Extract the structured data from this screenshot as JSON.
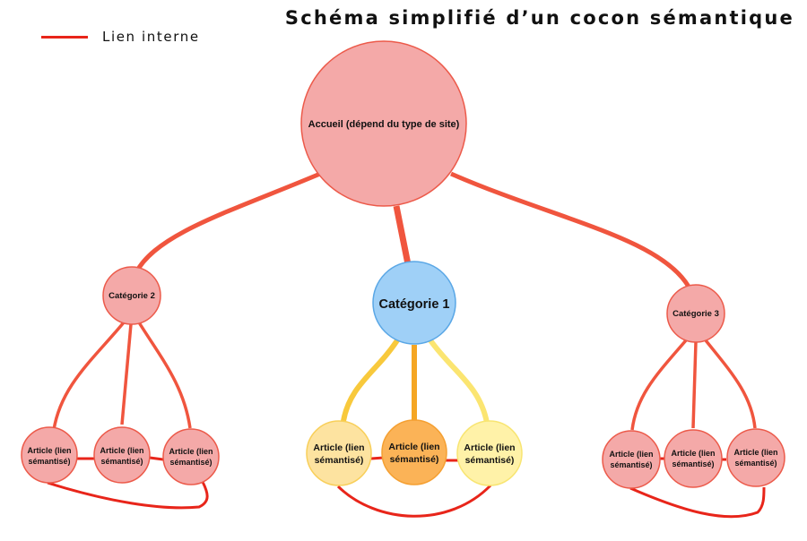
{
  "title": "Schéma simplifié d’un cocon sémantique",
  "legend": {
    "label": "Lien interne",
    "color": "#e8251a"
  },
  "colors": {
    "link": "#f0553e",
    "internal_link": "#e8251a",
    "pink_fill": "#f4a9a8",
    "pink_stroke": "#ec5a4a",
    "blue_fill": "#9fd0f7",
    "blue_stroke": "#5aa7e6",
    "yellow_light_fill": "#fde3a0",
    "yellow_light_stroke": "#f8cf5a",
    "orange_fill": "#fbb357",
    "orange_stroke": "#f5a032",
    "yellow_pale_fill": "#fff2a8",
    "yellow_pale_stroke": "#f8e572"
  },
  "nodes": {
    "home": {
      "label": "Accueil (dépend du type de site)"
    },
    "cat1": {
      "label": "Catégorie 1"
    },
    "cat2": {
      "label": "Catégorie 2"
    },
    "cat3": {
      "label": "Catégorie 3"
    },
    "article": {
      "line1": "Article (lien",
      "line2": "sémantisé)"
    }
  }
}
